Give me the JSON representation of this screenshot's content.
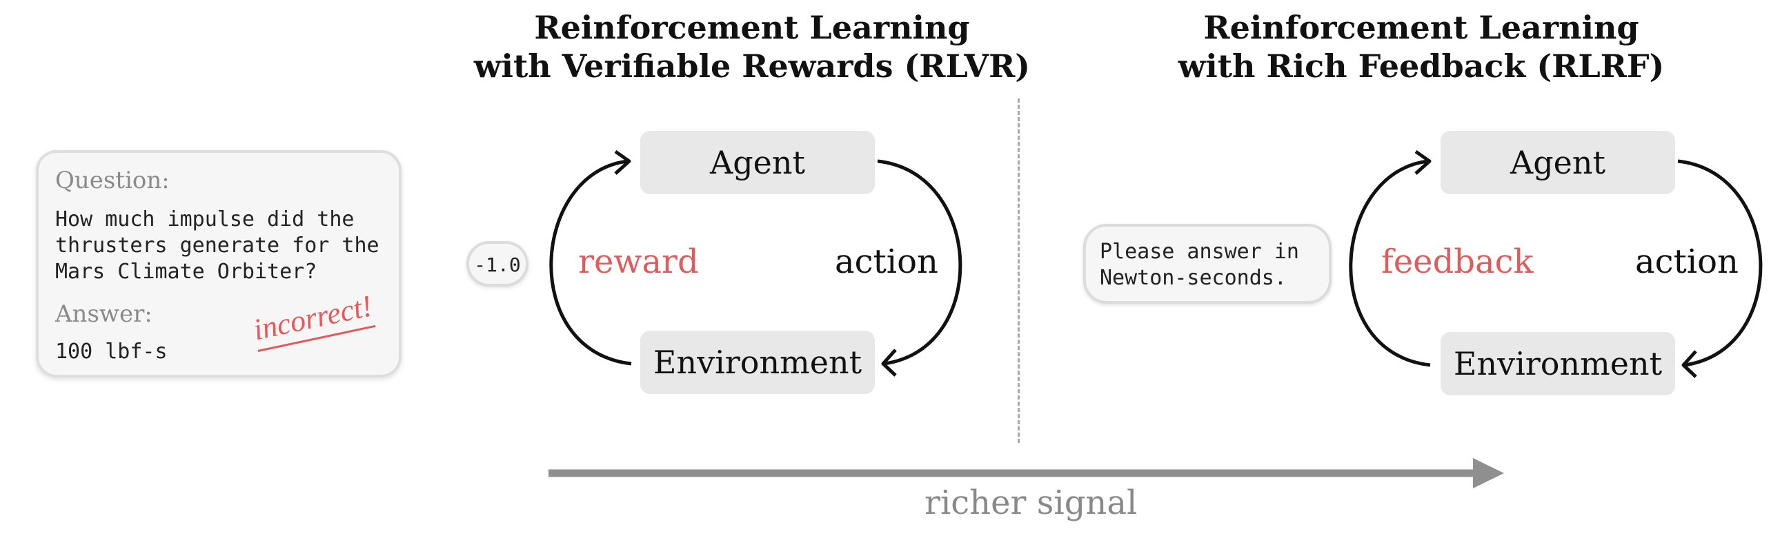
{
  "left_panel": {
    "title_lines": [
      "Reinforcement Learning",
      "with Verifiable Rewards (RLVR)"
    ],
    "agent_label": "Agent",
    "environment_label": "Environment",
    "reward_label": "reward",
    "action_label": "action",
    "reward_value": "-1.0"
  },
  "right_panel": {
    "title_lines": [
      "Reinforcement Learning",
      "with Rich Feedback (RLRF)"
    ],
    "agent_label": "Agent",
    "environment_label": "Environment",
    "feedback_label": "feedback",
    "action_label": "action",
    "feedback_text": "Please answer in\nNewton-seconds."
  },
  "question_card": {
    "question_label": "Question:",
    "question_text": "How much impulse did the\nthrusters generate for the\nMars Climate Orbiter?",
    "answer_label": "Answer:",
    "answer_text": "100 lbf-s",
    "verdict": "incorrect!"
  },
  "signal_label": "richer signal",
  "colors": {
    "accent_red": "#e25b5b",
    "node_fill": "#e8e8e8",
    "gray_arrow": "#8f8f8f",
    "gray_text": "#888888"
  }
}
